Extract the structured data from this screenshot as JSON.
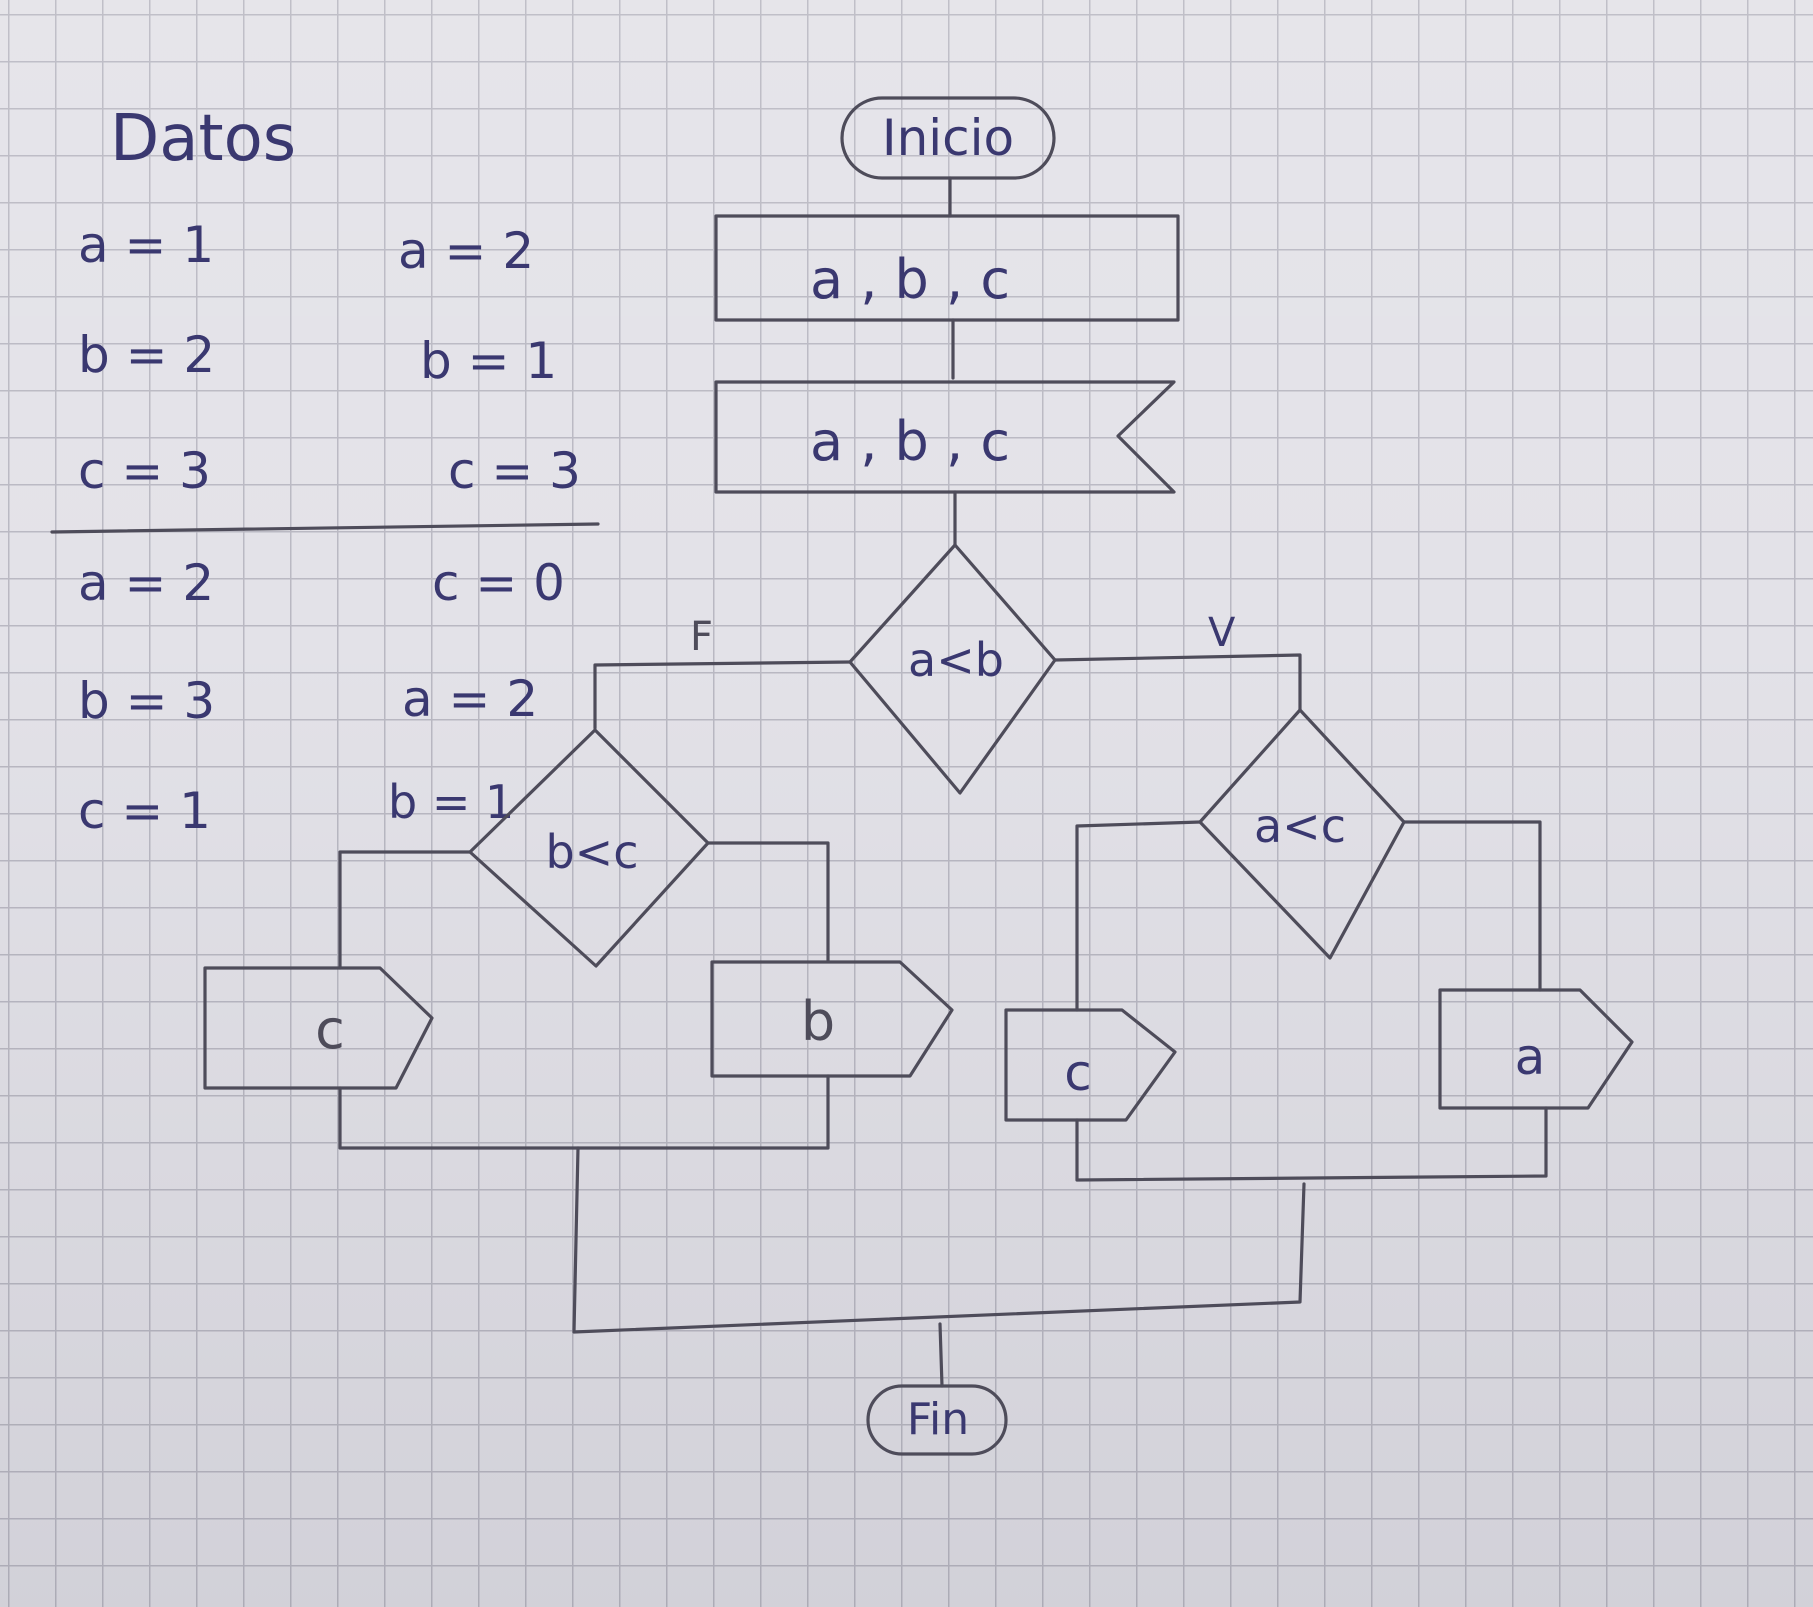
{
  "header": {
    "title": "Datos"
  },
  "datos": {
    "col1": [
      "a = 1",
      "b = 2",
      "c = 3"
    ],
    "col2": [
      "a = 2",
      "b = 1",
      "c = 3"
    ],
    "res1": [
      "a = 2",
      "b = 3",
      "c = 1"
    ],
    "res2": [
      "c = 0",
      "a = 2",
      "b = 1"
    ]
  },
  "flow": {
    "start": "Inicio",
    "input": "a , b , c",
    "output_read": "a , b , c",
    "decision_main": "a<b",
    "false_label": "F",
    "true_label": "V",
    "decision_left": "b<c",
    "decision_right": "a<c",
    "out_left_true": "c",
    "out_left_false": "b",
    "out_right_true": "c",
    "out_right_false": "a",
    "end": "Fin"
  },
  "colors": {
    "ink": "#4e4c5a",
    "blue_ink": "#3a3870",
    "paper": "#e3e2e8",
    "grid": "#b9b8c2"
  }
}
